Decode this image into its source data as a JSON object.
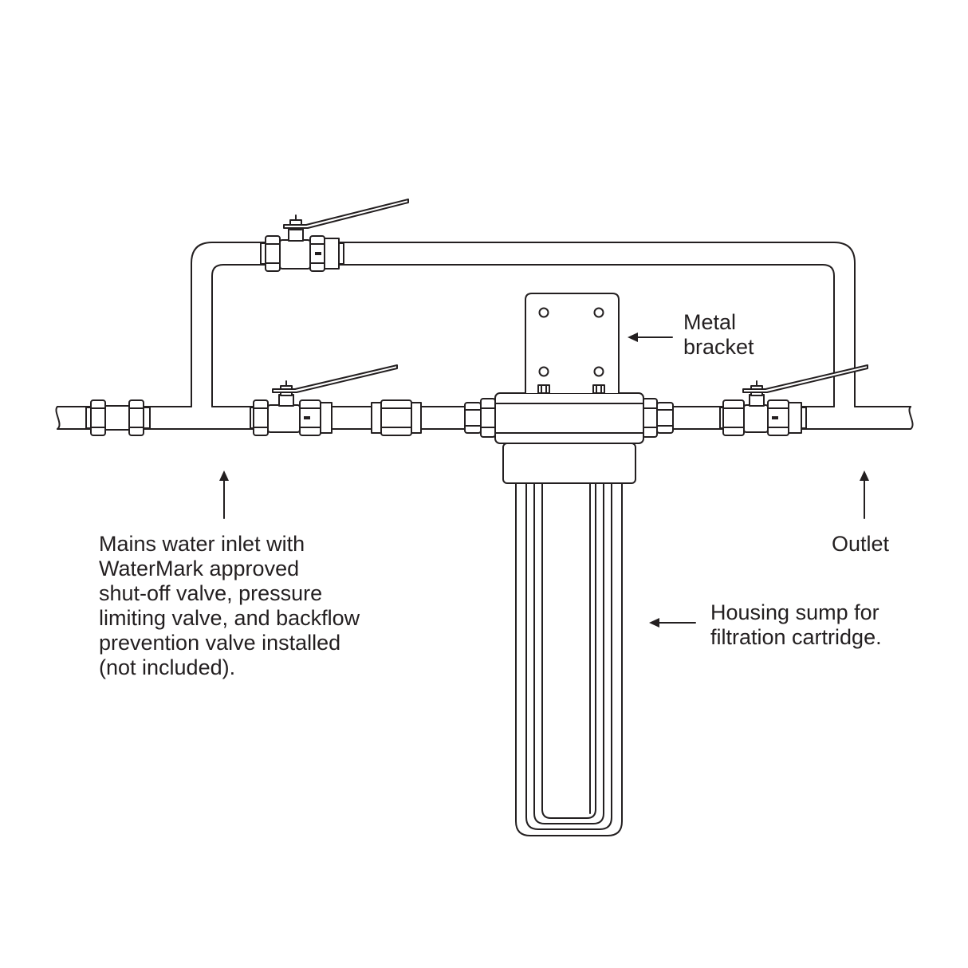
{
  "labels": {
    "metal_bracket": [
      "Metal",
      "bracket"
    ],
    "housing_sump": [
      "Housing sump for",
      "filtration cartridge."
    ],
    "outlet": "Outlet",
    "inlet": [
      "Mains water inlet with",
      "WaterMark approved",
      "shut-off valve, pressure",
      "limiting valve, and backflow",
      "prevention valve installed",
      "(not included)."
    ]
  },
  "colors": {
    "line": "#231f20",
    "background": "#ffffff"
  }
}
